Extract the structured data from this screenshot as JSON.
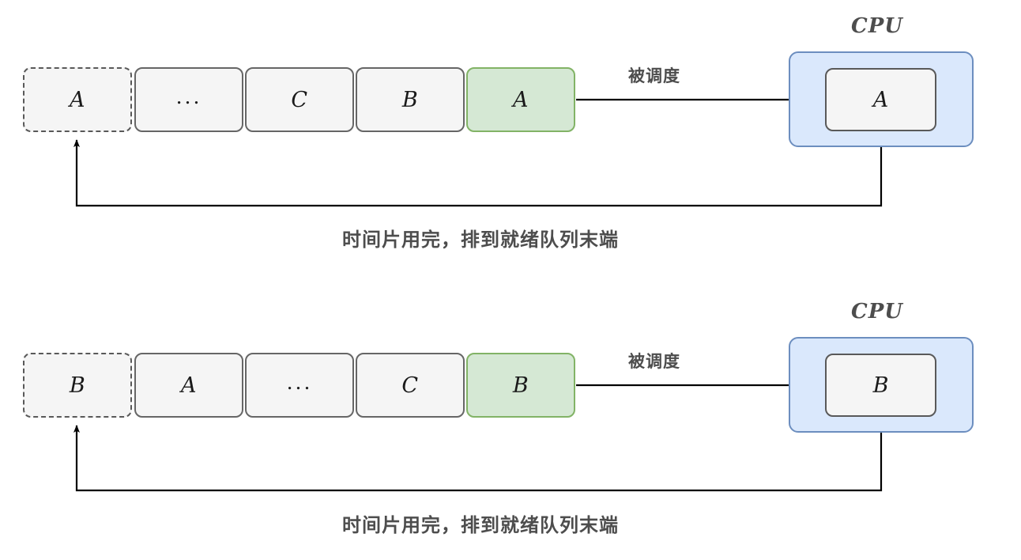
{
  "diagram": {
    "title": "Round-robin scheduling diagram",
    "colors": {
      "queue_fill": "#f5f5f5",
      "queue_border": "#666666",
      "active_fill": "#d5e8d4",
      "active_border": "#82b366",
      "cpu_fill": "#dae8fc",
      "cpu_border": "#6c8ebf",
      "text": "#4d4d4d",
      "line": "#000000"
    }
  },
  "rows": [
    {
      "id": "row-1",
      "queue": [
        {
          "label": "A",
          "style": "dashed"
        },
        {
          "label": "...",
          "style": "plain"
        },
        {
          "label": "C",
          "style": "plain"
        },
        {
          "label": "B",
          "style": "plain"
        },
        {
          "label": "A",
          "style": "active"
        }
      ],
      "schedule_label": "被调度",
      "cpu_title": "CPU",
      "cpu_process": "A",
      "return_caption": "时间片用完，排到就绪队列末端"
    },
    {
      "id": "row-2",
      "queue": [
        {
          "label": "B",
          "style": "dashed"
        },
        {
          "label": "A",
          "style": "plain"
        },
        {
          "label": "...",
          "style": "plain"
        },
        {
          "label": "C",
          "style": "plain"
        },
        {
          "label": "B",
          "style": "active"
        }
      ],
      "schedule_label": "被调度",
      "cpu_title": "CPU",
      "cpu_process": "B",
      "return_caption": "时间片用完，排到就绪队列末端"
    }
  ]
}
